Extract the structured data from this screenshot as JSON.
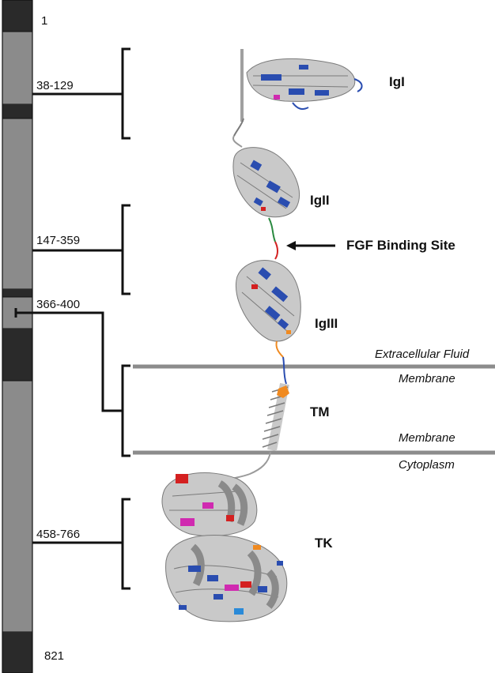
{
  "sequence_bar": {
    "start_label": "1",
    "end_label": "821",
    "colors": {
      "dark": "#2a2a2a",
      "light": "#8b8b8b",
      "outline": "#111111"
    }
  },
  "domains": [
    {
      "range": "38-129",
      "name": "IgI"
    },
    {
      "range": "",
      "name": "IgII"
    },
    {
      "range": "147-359",
      "name": "IgIII"
    },
    {
      "range": "366-400",
      "name": "TM"
    },
    {
      "range": "458-766",
      "name": "TK"
    }
  ],
  "annotation": {
    "label": "FGF Binding Site"
  },
  "regions": {
    "extracellular": "Extracellular Fluid",
    "membrane_top": "Membrane",
    "membrane_bottom": "Membrane",
    "cytoplasm": "Cytoplasm"
  },
  "colors": {
    "membrane_line": "#8c8c8c",
    "ribbon_gray": "#c9c9c9",
    "ribbon_edge": "#7a7a7a",
    "ribbon_blue": "#2a4db0",
    "ribbon_red": "#d42020",
    "ribbon_magenta": "#d02ab0",
    "ribbon_orange": "#f08a20",
    "ribbon_cyan": "#2a8ad8"
  },
  "icons": [
    "arrow-left-icon"
  ]
}
